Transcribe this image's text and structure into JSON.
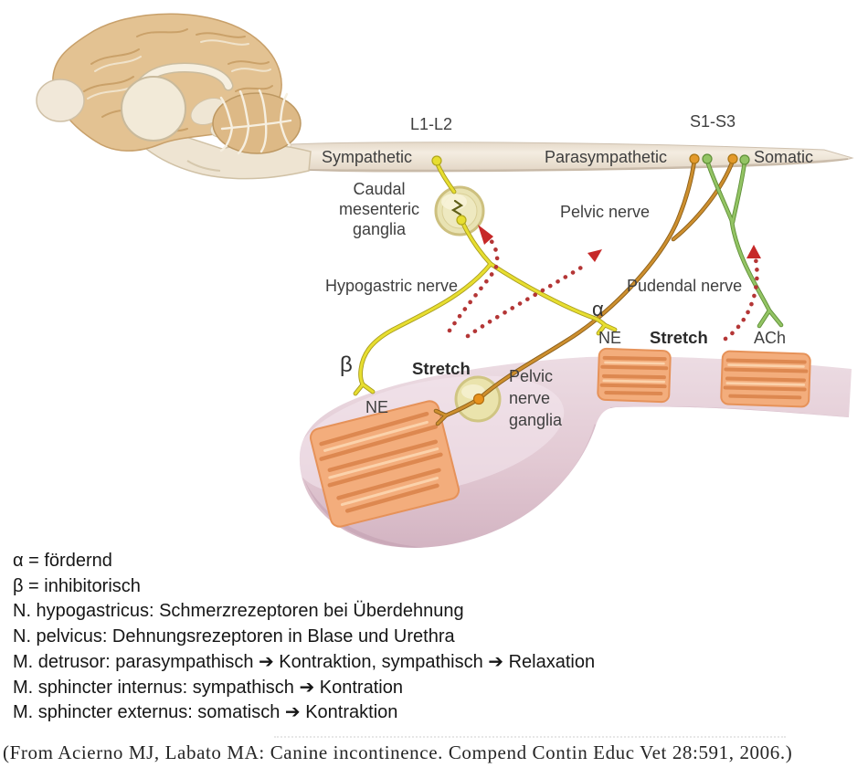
{
  "diagram": {
    "spine": {
      "l1_l2": "L1-L2",
      "s1_s3": "S1-S3",
      "sympathetic": "Sympathetic",
      "parasympathetic": "Parasympathetic",
      "somatic": "Somatic"
    },
    "labels": {
      "caudal_mesenteric_ganglia": "Caudal mesenteric ganglia",
      "pelvic_nerve": "Pelvic nerve",
      "hypogastric_nerve": "Hypogastric nerve",
      "pudendal_nerve": "Pudendal nerve",
      "pelvic_nerve_ganglia": "Pelvic nerve ganglia",
      "alpha": "α",
      "beta": "β",
      "ne_bladder": "NE",
      "ne_urethra": "NE",
      "ach": "ACh",
      "stretch_bladder": "Stretch",
      "stretch_urethra": "Stretch"
    },
    "colors": {
      "sympathetic_nerve": "#e7de30",
      "parasympathetic_nerve": "#cd8f2e",
      "somatic_nerve": "#93c464",
      "afferent_arrow": "#c03434",
      "muscle": "#f3ad7c",
      "bladder": "#e5ccd6",
      "spinal_cord": "#f0e8db",
      "brain_cortex": "#e3c292",
      "ganglion": "#e9e3b3"
    }
  },
  "notes": {
    "lines": [
      "α = fördernd",
      "β = inhibitorisch",
      "N. hypogastricus: Schmerzrezeptoren bei Überdehnung",
      "N. pelvicus: Dehnungsrezeptoren in Blase und Urethra",
      "M. detrusor: parasympathisch ➔ Kontraktion, sympathisch ➔ Relaxation",
      "M. sphincter internus: sympathisch ➔ Kontration",
      "M. sphincter externus: somatisch ➔ Kontraktion"
    ]
  },
  "citation": {
    "text": "(From Acierno MJ, Labato MA: Canine incontinence. Compend Contin Educ Vet 28:591, 2006.)"
  }
}
